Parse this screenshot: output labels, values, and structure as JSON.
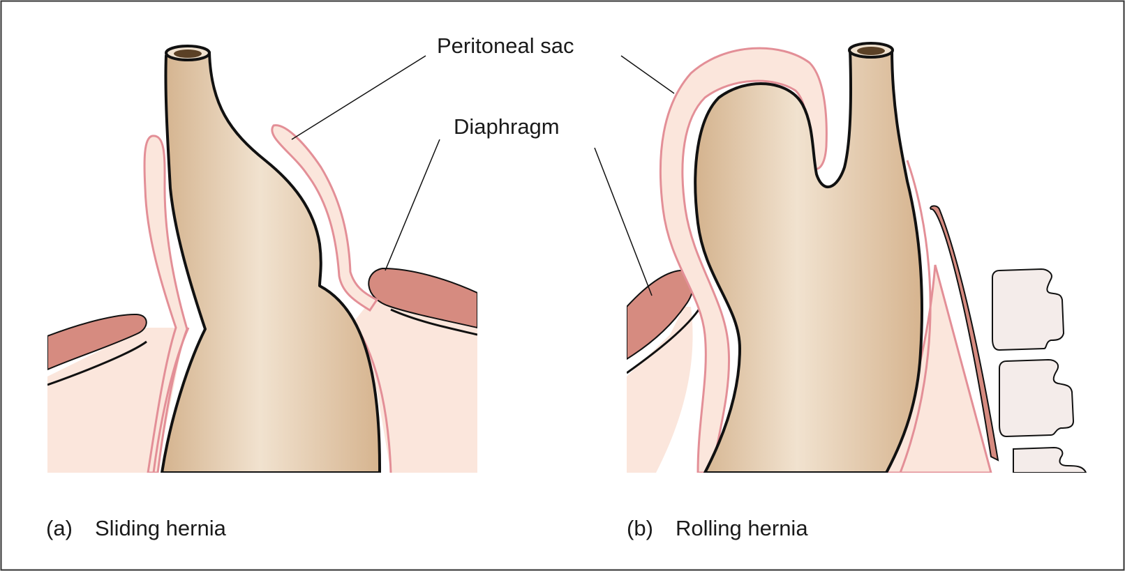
{
  "labels": {
    "peritoneal_sac": "Peritoneal sac",
    "diaphragm": "Diaphragm"
  },
  "panels": [
    {
      "letter": "(a)",
      "title": "Sliding hernia"
    },
    {
      "letter": "(b)",
      "title": "Rolling hernia"
    }
  ],
  "colors": {
    "stomach": "#e8d3bb",
    "stomach_shade": "#d7b795",
    "tissue": "#fbe6dc",
    "membrane": "#e38f97",
    "muscle": "#d68b80",
    "vertebra": "#f4ecea",
    "outline": "#111111",
    "lumen": "#5b4126"
  }
}
